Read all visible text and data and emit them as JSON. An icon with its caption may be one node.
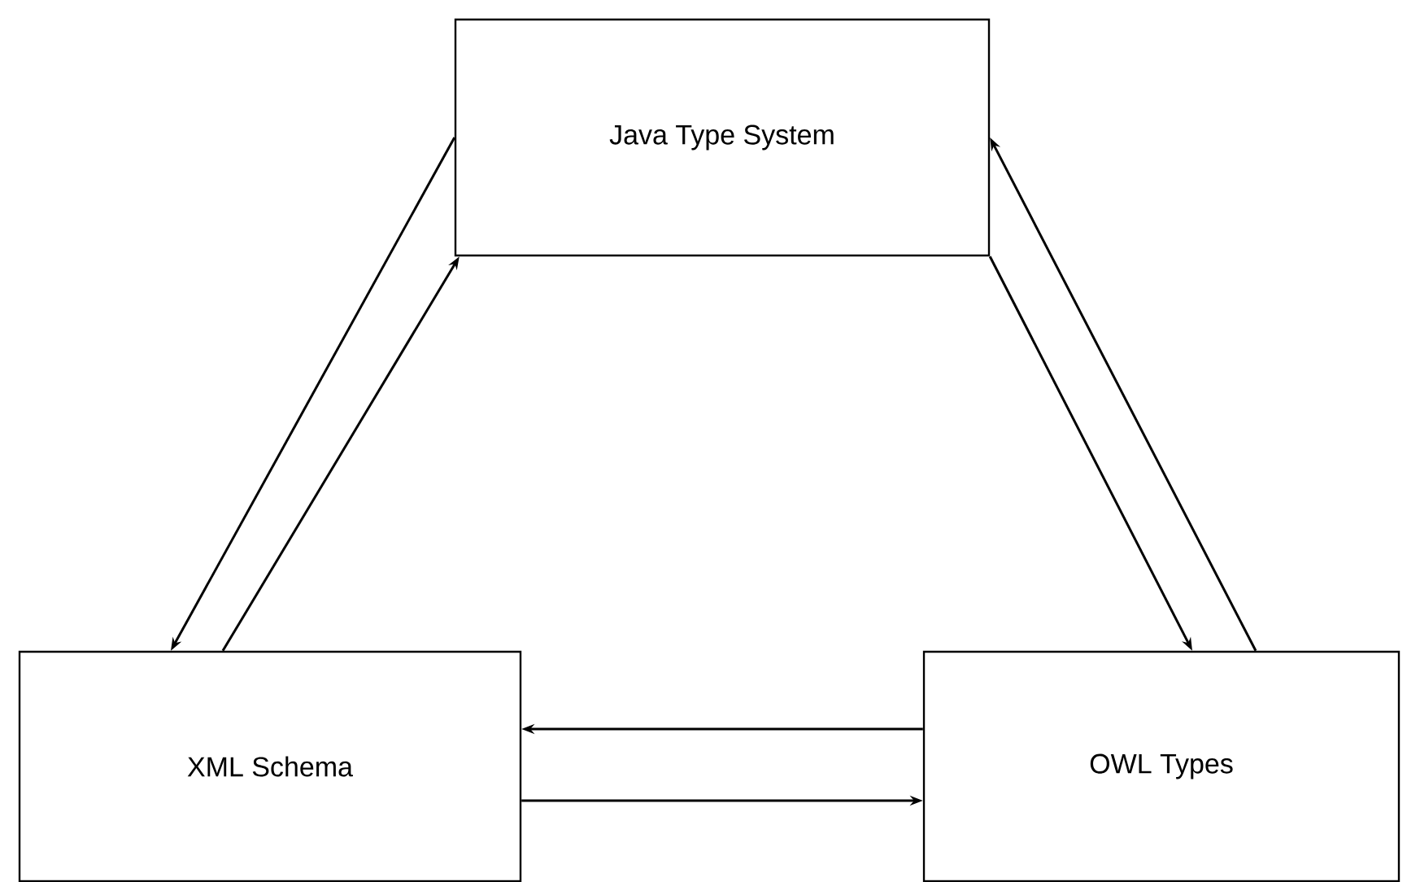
{
  "diagram": {
    "nodes": [
      {
        "text": [
          "Java Type System"
        ]
      },
      {
        "text": [
          "XML Schema"
        ]
      },
      {
        "text": [
          "OWL Types"
        ]
      }
    ],
    "edges": [
      {
        "from": 0,
        "to": 1,
        "arrow": "to"
      },
      {
        "from": 1,
        "to": 0,
        "arrow": "to"
      },
      {
        "from": 0,
        "to": 2,
        "arrow": "to"
      },
      {
        "from": 2,
        "to": 0,
        "arrow": "to"
      },
      {
        "from": 2,
        "to": 1,
        "arrow": "to"
      },
      {
        "from": 1,
        "to": 2,
        "arrow": "to"
      }
    ]
  }
}
